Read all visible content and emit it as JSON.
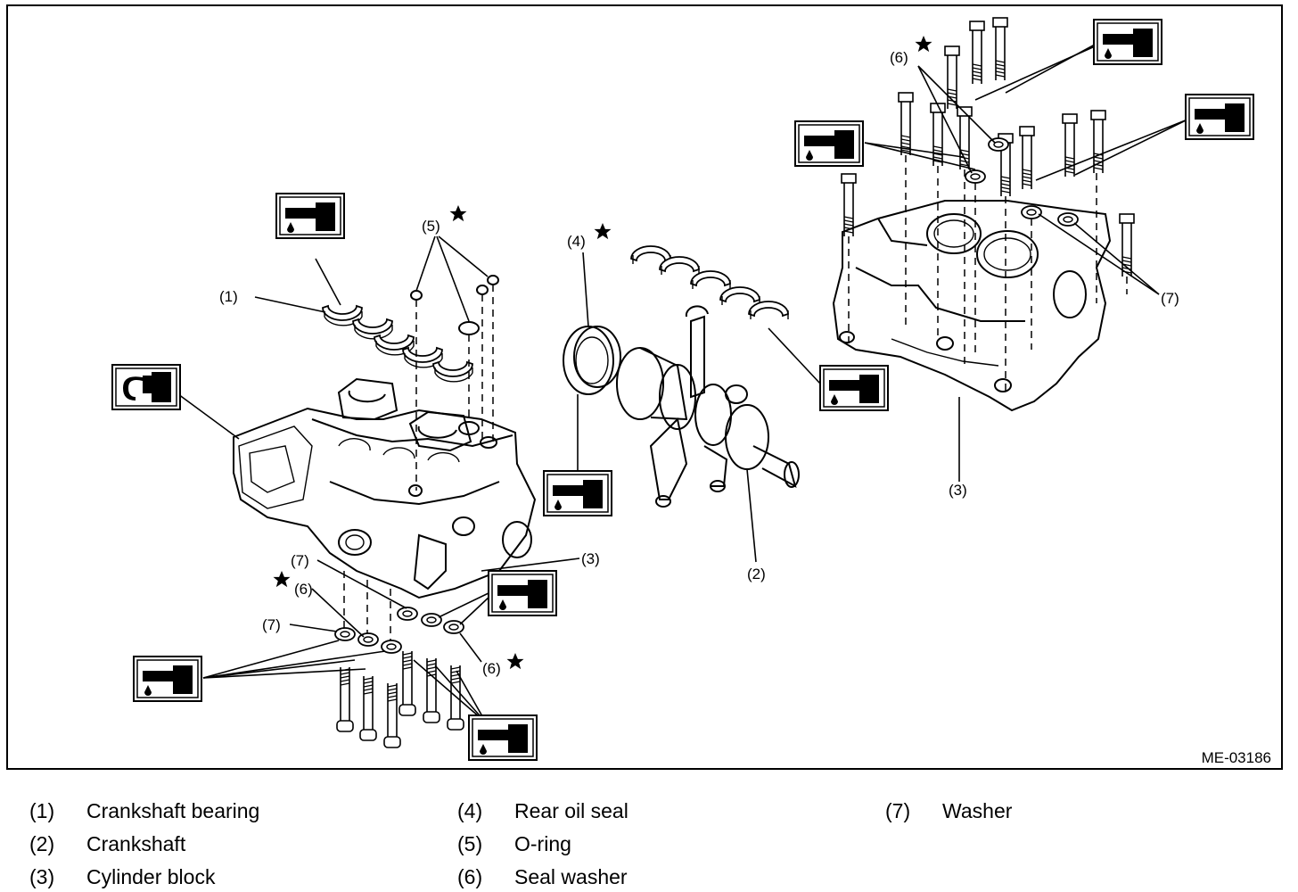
{
  "figure": {
    "code": "ME-03186",
    "callouts": [
      "(1)",
      "(2)",
      "(3)",
      "(3)",
      "(4)",
      "(5)",
      "(6)",
      "(6)",
      "(6)",
      "(7)",
      "(7)",
      "(7)"
    ]
  },
  "legend": [
    {
      "num": "(1)",
      "text": "Crankshaft bearing"
    },
    {
      "num": "(2)",
      "text": "Crankshaft"
    },
    {
      "num": "(3)",
      "text": "Cylinder block"
    },
    {
      "num": "(4)",
      "text": "Rear oil seal"
    },
    {
      "num": "(5)",
      "text": "O-ring"
    },
    {
      "num": "(6)",
      "text": "Seal washer"
    },
    {
      "num": "(7)",
      "text": "Washer"
    }
  ],
  "symbols": {
    "oil-icon": "engine oil application",
    "sealant-icon": "liquid gasket application",
    "star-icon": "replace with new part"
  }
}
